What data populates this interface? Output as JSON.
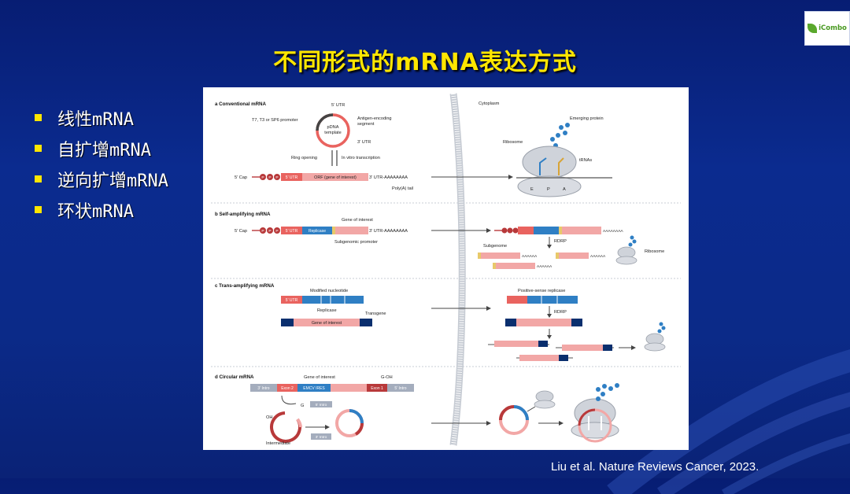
{
  "logo": {
    "text": "iCombo"
  },
  "title": "不同形式的mRNA表达方式",
  "bullets": [
    "线性mRNA",
    "自扩增mRNA",
    "逆向扩增mRNA",
    "环状mRNA"
  ],
  "citation": "Liu et al. Nature Reviews Cancer, 2023.",
  "figure": {
    "panel_a": {
      "title": "a Conventional mRNA",
      "five_utr": "5' UTR",
      "promoter": "T7, T3 or SP6 promoter",
      "antigen_1": "Antigen-encoding",
      "antigen_2": "segment",
      "pdna_1": "pDNA",
      "pdna_2": "template",
      "three_utr": "3' UTR",
      "ring_opening": "Ring opening",
      "ivt": "In vitro transcription",
      "cap": "5' Cap",
      "p": "P",
      "seg_5utr": "5' UTR",
      "seg_orf": "ORF (gene of interest)",
      "tail": "3' UTR-AAAAAAAA",
      "polya": "Poly(A) tail"
    },
    "cytoplasm": {
      "label": "Cytoplasm",
      "emerging": "Emerging protein",
      "ribosome": "Ribosome",
      "trnas": "tRNAs",
      "e": "E",
      "p": "P",
      "a": "A"
    },
    "panel_b": {
      "title": "b Self-amplifying mRNA",
      "goi": "Gene of interest",
      "cap": "5' Cap",
      "p": "P",
      "seg_5utr": "5' UTR",
      "replicase": "Replicase",
      "tail": "3' UTR-AAAAAAAA",
      "subgenomic": "Subgenomic promoter",
      "rdrp": "RDRP",
      "subgenome": "Subgenome",
      "ribosome": "Ribosome",
      "polya_long": "AAAAAAAA",
      "polya_short": "AAAAAA"
    },
    "panel_c": {
      "title": "c Trans-amplifying mRNA",
      "modified": "Modified nucleotide",
      "seg_5utr": "5' UTR",
      "replicase": "Replicase",
      "transgene": "Transgene",
      "goi": "Gene of interest",
      "positive": "Positive-sense replicase",
      "rdrp": "RDRP"
    },
    "panel_d": {
      "title": "d Circular mRNA",
      "goi": "Gene of interest",
      "goh": "G-OH",
      "intro3": "3' Intro",
      "exon2": "Exon 2",
      "emcv": "EMCV IRES",
      "exon1": "Exon 1",
      "intro5": "5' Intro",
      "g": "G",
      "oh": "OH",
      "intermediate": "Intermediate"
    }
  },
  "colors": {
    "title": "#ffe600",
    "background": "#0b2b8f",
    "accent_red": "#e9635f",
    "accent_blue": "#2f7fc4",
    "navy": "#0a2f6e"
  }
}
